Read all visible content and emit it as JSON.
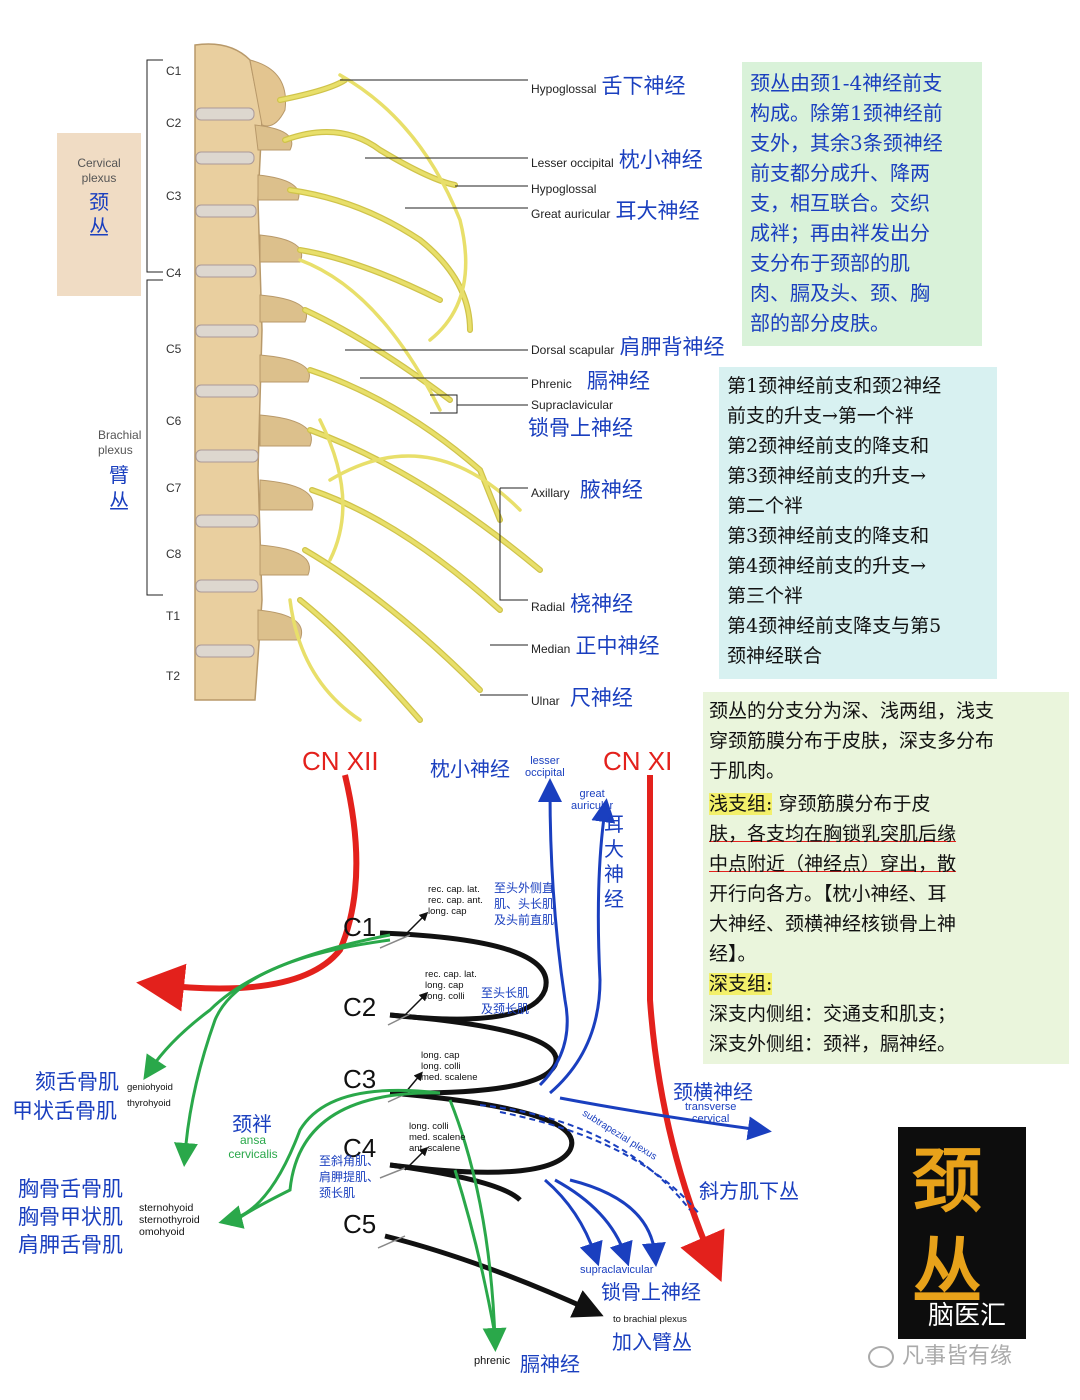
{
  "segments": [
    "C1",
    "C2",
    "C3",
    "C4",
    "C5",
    "C6",
    "C7",
    "C8",
    "T1",
    "T2"
  ],
  "plexus_left": {
    "cervical_en": "Cervical\nplexus",
    "cervical_cn": "颈\n丛",
    "brachial_en": "Brachial\nplexus",
    "brachial_cn": "臂\n丛"
  },
  "nerve_labels": [
    {
      "en": "Hypoglossal",
      "cn": "舌下神经"
    },
    {
      "en": "Lesser occipital",
      "cn": "枕小神经"
    },
    {
      "en": "Hypoglossal",
      "cn": ""
    },
    {
      "en": "Great auricular",
      "cn": "耳大神经"
    },
    {
      "en": "Dorsal scapular",
      "cn": "肩胛背神经"
    },
    {
      "en": "Phrenic",
      "cn": "膈神经"
    },
    {
      "en": "Supraclavicular",
      "cn": "锁骨上神经"
    },
    {
      "en": "Axillary",
      "cn": "腋神经"
    },
    {
      "en": "Radial",
      "cn": "桡神经"
    },
    {
      "en": "Median",
      "cn": "正中神经"
    },
    {
      "en": "Ulnar",
      "cn": "尺神经"
    }
  ],
  "box1": {
    "lines": [
      "颈丛由颈1-4神经前支",
      "构成。除第1颈神经前",
      "支外，其余3条颈神经",
      "前支都分成升、降两",
      "支，相互联合。交织",
      "成袢；再由袢发出分",
      "支分布于颈部的肌",
      "肉、膈及头、颈、胸",
      "部的部分皮肤。"
    ],
    "bg": "#d9f2d9",
    "color": "#1a3fbf"
  },
  "box2": {
    "lines": [
      "第1颈神经前支和颈2神经",
      "前支的升支→第一个袢",
      "第2颈神经前支的降支和",
      "第3颈神经前支的升支→",
      "第二个袢",
      "第3颈神经前支的降支和",
      "第4颈神经前支的升支→",
      "第三个袢",
      "第4颈神经前支降支与第5",
      "颈神经联合"
    ],
    "bg": "#d8f1f1",
    "color": "#111111"
  },
  "box3": {
    "intro": [
      "颈丛的分支分为深、浅两组，浅支",
      "穿颈筋膜分布于皮肤，深支多分布",
      "于肌肉。"
    ],
    "shallow_title": "浅支组:",
    "shallow_lines": [
      "穿颈筋膜分布于皮",
      "肤，各支均在胸锁乳突肌后缘",
      "中点附近（神经点）穿出，散",
      "开行向各方。【枕小神经、耳",
      "大神经、颈横神经核锁骨上神",
      "经】。"
    ],
    "deep_title": "深支组:",
    "deep_lines": [
      "深支内侧组：交通支和肌支；",
      "深支外侧组：颈袢，膈神经。"
    ],
    "bg": "#eaf5dc",
    "highlight": "#f3f06a",
    "underline": "#e3211c"
  },
  "diagram": {
    "cn12": "CN XII",
    "cn11": "CN XI",
    "c_labels": [
      "C1",
      "C2",
      "C3",
      "C4",
      "C5"
    ],
    "lesser_occ_cn": "枕小神经",
    "lesser_occ_en": "lesser\noccipital",
    "great_aur_en": "great\nauricular",
    "great_aur_cn": "耳\n大\n神\n经",
    "m1_en": "rec. cap. lat.\nrec. cap. ant.\nlong. cap",
    "m1_cn": "至头外侧直\n肌、头长肌\n及头前直肌",
    "m2_en": "rec. cap. lat.\nlong. cap\nlong. colli",
    "m2_cn": "至头长肌\n及颈长肌",
    "m3_en": "long. cap\nlong. colli\nmed. scalene",
    "m4_en": "long. colli\nmed. scalene\nant. scalene",
    "m4_cn": "至斜角肌、\n肩胛提肌、\n颈长肌",
    "genio_cn": "颏舌骨肌",
    "genio_en": "geniohyoid",
    "thyro_cn": "甲状舌骨肌",
    "thyro_en": "thyrohyoid",
    "ansa_cn": "颈袢",
    "ansa_en": "ansa\ncervicalis",
    "sterno_cn": [
      "胸骨舌骨肌",
      "胸骨甲状肌",
      "肩胛舌骨肌"
    ],
    "sterno_en": "sternohyoid\nsternothyroid\nomohyoid",
    "transverse_cn": "颈横神经",
    "transverse_en": "transverse\ncervical",
    "subtrap_en": "subtrapezial plexus",
    "subtrap_cn": "斜方肌下丛",
    "supraclav_en": "supraclavicular",
    "supraclav_cn": "锁骨上神经",
    "brachial_en": "to brachial plexus",
    "brachial_cn": "加入臂丛",
    "phrenic_en": "phrenic",
    "phrenic_cn": "膈神经"
  },
  "logo": {
    "line1": "颈",
    "line2": "丛",
    "sub": "脑医汇"
  },
  "watermark": "凡事皆有缘",
  "colors": {
    "blue": "#1a3fbf",
    "red": "#e3211c",
    "green": "#2aa84a",
    "nerve": "#e8df6a",
    "bone": "#e9cf9f"
  }
}
